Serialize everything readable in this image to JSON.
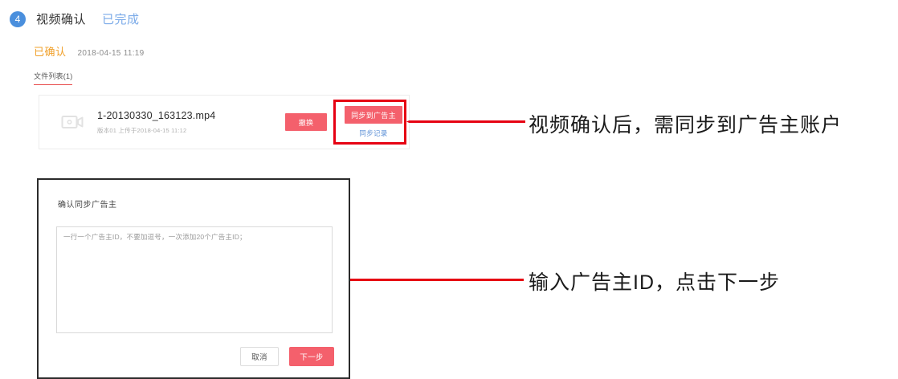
{
  "step": {
    "number": "4",
    "title": "视频确认",
    "status": "已完成"
  },
  "confirm": {
    "state": "已确认",
    "timestamp": "2018-04-15 11:19"
  },
  "file_list": {
    "tab_label": "文件列表(1)",
    "items": [
      {
        "thumb_icon": "video-camera-icon",
        "name": "1-20130330_163123.mp4",
        "meta": "版本01  上传于2018-04-15 11:12",
        "replace_label": "撤换",
        "sync_label": "同步到广告主",
        "sync_log_label": "同步记录"
      }
    ]
  },
  "dialog": {
    "title": "确认同步广告主",
    "textarea_value": "",
    "textarea_placeholder": "一行一个广告主ID，不要加逗号，一次添加20个广告主ID；",
    "cancel_label": "取消",
    "next_label": "下一步"
  },
  "annotations": [
    {
      "text": "视频确认后，需同步到广告主账户"
    },
    {
      "text": "输入广告主ID，点击下一步"
    }
  ],
  "colors": {
    "step_badge": "#4a8fdd",
    "step_status": "#7aaae8",
    "confirm_state": "#f0a02a",
    "primary_button": "#f4606c",
    "highlight": "#e60012",
    "annotation_arrow": "#e60012",
    "tab_underline": "#e84a4a"
  }
}
